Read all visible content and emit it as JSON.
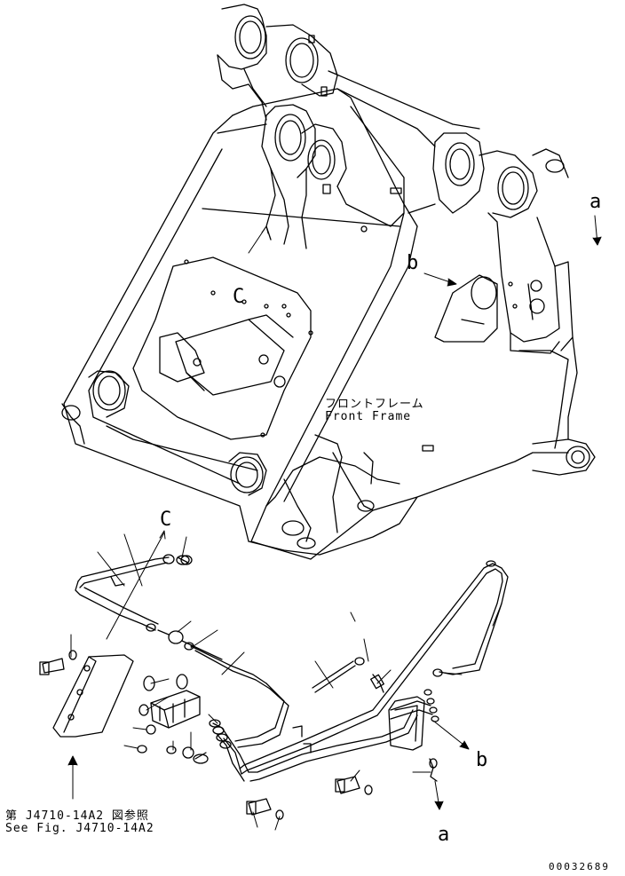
{
  "callouts": {
    "C_top": "C",
    "C_bottom": "C",
    "a_top": "a",
    "a_bottom": "a",
    "b_top": "b",
    "b_bottom": "b"
  },
  "captions": {
    "front_frame_jp": "フロントフレーム",
    "front_frame_en": "Front Frame",
    "see_fig_jp": "第 J4710-14A2 図参照",
    "see_fig_en": "See Fig. J4710-14A2"
  },
  "drawing_number": "00032689"
}
